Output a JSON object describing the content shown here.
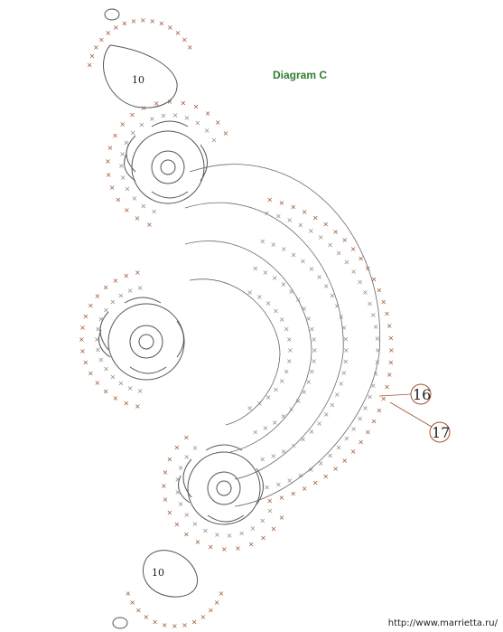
{
  "title": "Diagram C",
  "colors": {
    "title": "#2e7d32",
    "stitch_gray": "#8a8a8a",
    "stitch_red": "#a0522d",
    "line": "#555555"
  },
  "labels": {
    "leaf_top": "10",
    "leaf_bottom": "10",
    "row_16": "16",
    "row_17": "17"
  },
  "watermark": "http://www.marrietta.ru/"
}
